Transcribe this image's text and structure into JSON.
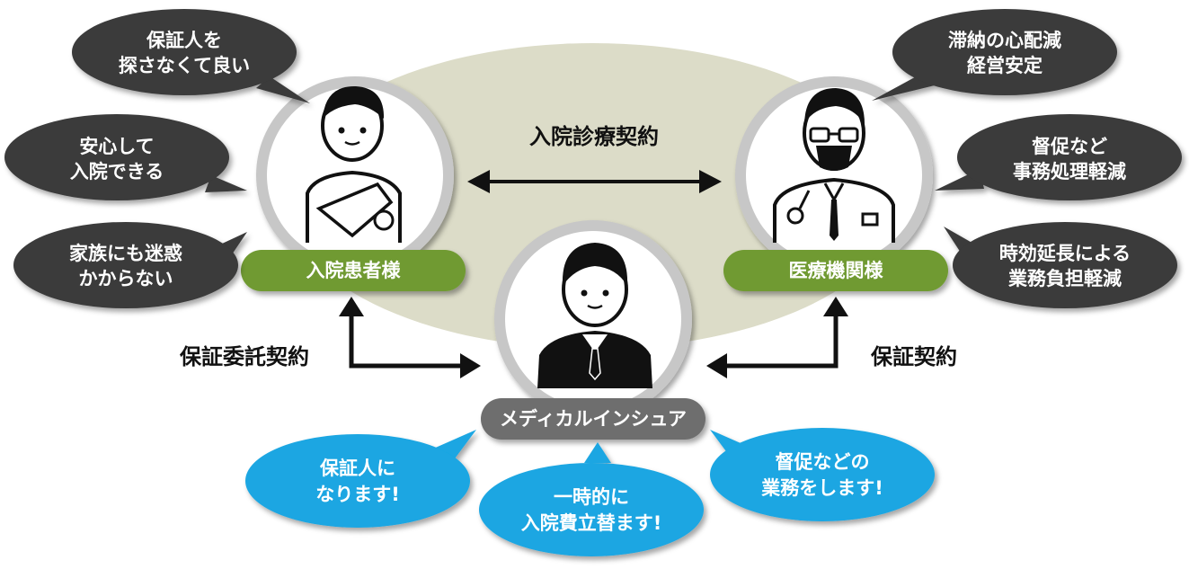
{
  "contracts": {
    "top": "入院診療契約",
    "left": "保証委託契約",
    "right": "保証契約"
  },
  "actors": {
    "patient": "入院患者様",
    "hospital": "医療機関様",
    "insurer": "メディカルインシュア"
  },
  "patient_bubbles": [
    {
      "line1": "保証人を",
      "line2": "探さなくて良い"
    },
    {
      "line1": "安心して",
      "line2": "入院できる"
    },
    {
      "line1": "家族にも迷惑",
      "line2": "かからない"
    }
  ],
  "hospital_bubbles": [
    {
      "line1": "滞納の心配減",
      "line2": "経営安定"
    },
    {
      "line1": "督促など",
      "line2": "事務処理軽減"
    },
    {
      "line1": "時効延長による",
      "line2": "業務負担軽減"
    }
  ],
  "insurer_bubbles": [
    {
      "line1": "保証人に",
      "line2": "なります!"
    },
    {
      "line1": "一時的に",
      "line2": "入院費立替ます!"
    },
    {
      "line1": "督促などの",
      "line2": "業務をします!"
    }
  ],
  "colors": {
    "ellipse": "#dcdcc8",
    "dark_bubble": "#3a3a3a",
    "blue_bubble": "#1aa6e2",
    "green_label": "#6f9a30",
    "gray_label": "#6e6e6e",
    "ring": "#c7c7c7"
  },
  "icons": {
    "patient": "patient-person-icon",
    "hospital": "doctor-person-icon",
    "insurer": "businessman-person-icon"
  }
}
